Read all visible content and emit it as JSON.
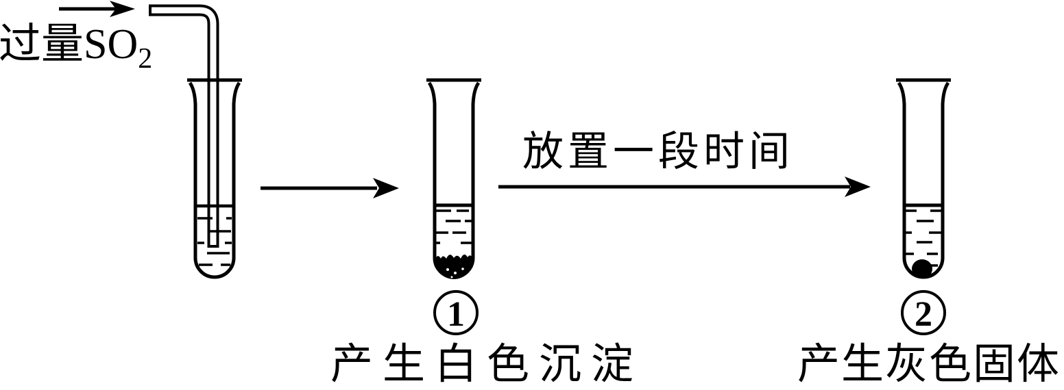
{
  "colors": {
    "ink": "#000000",
    "background": "#ffffff"
  },
  "labels": {
    "gas_input": {
      "text": "过量SO",
      "subscript": "2"
    },
    "process_arrow": "放置一段时间"
  },
  "steps": [
    {
      "number": "1",
      "marker": "①",
      "caption": "产生白色沉淀"
    },
    {
      "number": "2",
      "marker": "②",
      "caption": "产生灰色固体"
    }
  ]
}
